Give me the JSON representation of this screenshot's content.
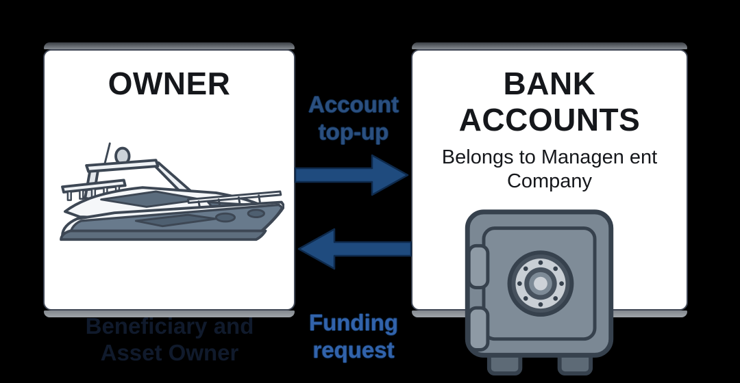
{
  "diagram": {
    "owner": {
      "title": "OWNER",
      "icon": "yacht-icon",
      "caption_line1": "Beneficiary and",
      "caption_line2": "Asset Owner"
    },
    "bank": {
      "title_line1": "BANK",
      "title_line2": "ACCOUNTS",
      "subtitle_line1": "Belongs to Managen ent",
      "subtitle_line2": "Company",
      "icon": "safe-icon"
    },
    "flow_top": {
      "line1": "Account",
      "line2": "top-up",
      "direction": "left-to-right"
    },
    "flow_bottom": {
      "line1": "Funding",
      "line2": "request",
      "direction": "right-to-left"
    }
  },
  "colors": {
    "background": "#000000",
    "card_fill": "#ffffff",
    "card_border": "#3f4654",
    "arrow_fill": "#1f4b7e",
    "arrow_outline": "#0e2a4c",
    "label_top_blue": "#2b5080",
    "label_bottom_blue": "#3263ab",
    "title_text": "#15171b",
    "caption_text": "#101a2c"
  }
}
